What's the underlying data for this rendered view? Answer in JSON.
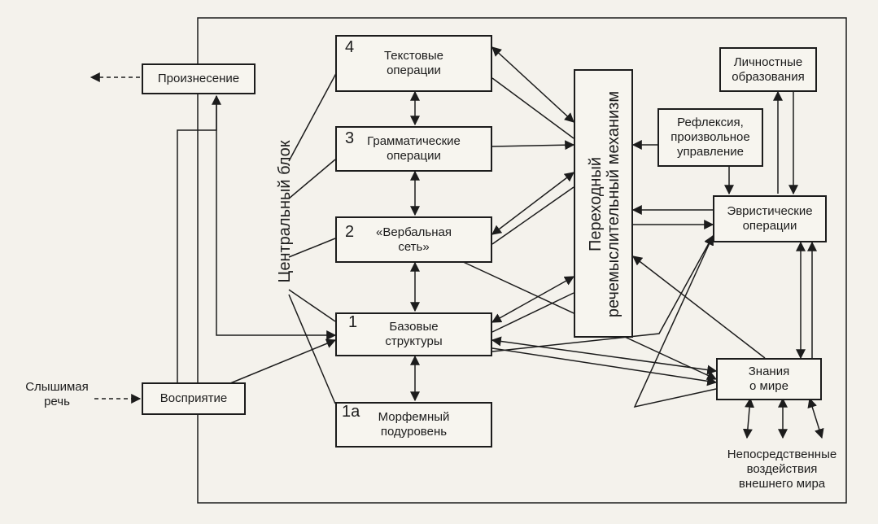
{
  "boxes": {
    "text_ops": "Текстовые\nоперации",
    "grammar_ops": "Грамматические\nоперации",
    "verbal_net": "«Вербальная\nсеть»",
    "base_struct": "Базовые\nструктуры",
    "morpheme": "Морфемный\nподуровень",
    "pronunciation": "Произнесение",
    "perception": "Восприятие",
    "transitional": "Переходный\nречемыслительный механизм",
    "personal": "Личностные\nобразования",
    "reflection": "Рефлексия,\nпроизвольное\nуправление",
    "heuristic": "Эвристические\nоперации",
    "knowledge": "Знания\nо мире"
  },
  "numbers": {
    "n4": "4",
    "n3": "3",
    "n2": "2",
    "n1": "1",
    "n1a": "1а"
  },
  "labels": {
    "central_block": "Центральный блок",
    "heard_speech": "Слышимая\nречь",
    "direct_impacts": "Непосредственные\nвоздействия\nвнешнего мира"
  },
  "colors": {
    "ink": "#1c1c1c",
    "paper": "#f4f2ec"
  }
}
